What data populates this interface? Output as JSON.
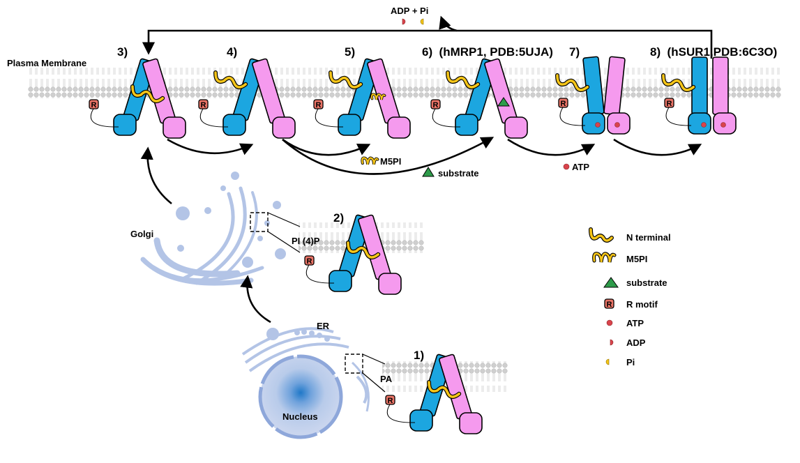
{
  "labels": {
    "adp_pi": "ADP + Pi",
    "plasma_membrane": "Plasma Membrane",
    "golgi": "Golgi",
    "er": "ER",
    "nucleus": "Nucleus",
    "pi4p": "PI (4)P",
    "pa": "PA",
    "m5pi": "M5PI",
    "substrate": "substrate",
    "atp": "ATP"
  },
  "steps": [
    {
      "id": "1",
      "label": "1)"
    },
    {
      "id": "2",
      "label": "2)"
    },
    {
      "id": "3",
      "label": "3)"
    },
    {
      "id": "4",
      "label": "4)"
    },
    {
      "id": "5",
      "label": "5)"
    },
    {
      "id": "6",
      "label": "6)  (hMRP1, PDB:5UJA)"
    },
    {
      "id": "7",
      "label": "7)"
    },
    {
      "id": "8",
      "label": "8)  (hSUR1,PDB:6C3O)"
    }
  ],
  "legend": [
    {
      "icon": "n-terminal-icon",
      "label": "N terminal"
    },
    {
      "icon": "m5pi-icon",
      "label": "M5PI"
    },
    {
      "icon": "substrate-icon",
      "label": "substrate"
    },
    {
      "icon": "r-motif-icon",
      "label": "R motif"
    },
    {
      "icon": "atp-icon",
      "label": "ATP"
    },
    {
      "icon": "adp-icon",
      "label": "ADP"
    },
    {
      "icon": "pi-icon",
      "label": "Pi"
    }
  ],
  "r_motif_letter": "R",
  "colors": {
    "blue_domain": "#1CA6E0",
    "pink_domain": "#F59AEE",
    "n_terminal": "#F5C518",
    "r_motif": "#E97366",
    "substrate": "#2E9B4A",
    "atp": "#D9434C",
    "organelle": "#B3C4E6",
    "membrane": "#D6D6D6"
  }
}
